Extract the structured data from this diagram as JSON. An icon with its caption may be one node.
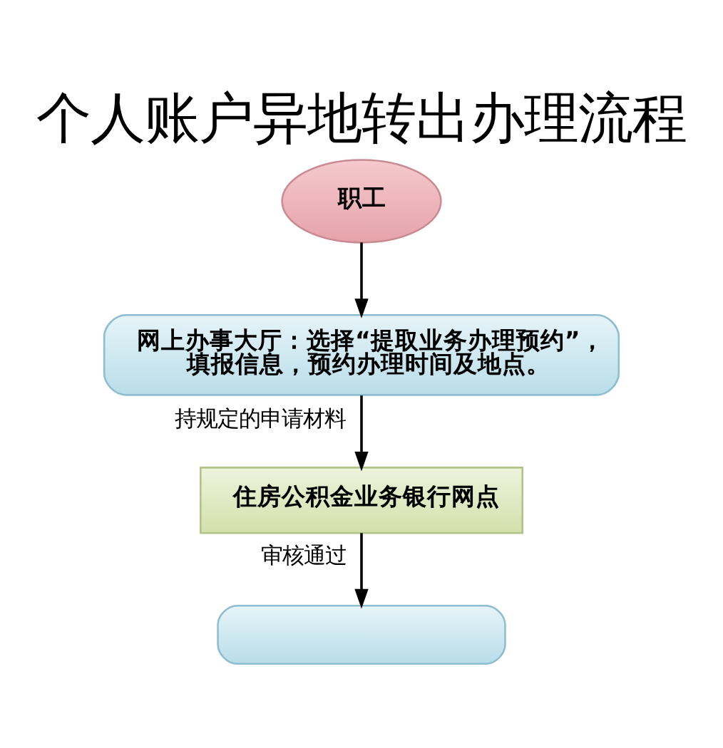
{
  "diagram": {
    "title": "个人账户异地转出办理流程",
    "nodes": [
      {
        "text": [
          "职工"
        ]
      },
      {
        "text": [
          "网上办事大厅：选择“提取业务办理预约”，填报信息，预约办理时间及地点。"
        ]
      },
      {
        "text": [
          "住房公积金业务银行网点"
        ]
      },
      {
        "text": [],
        "shape": "box"
      }
    ],
    "edges": [
      {
        "from": 0,
        "to": 1,
        "arrow": "to"
      },
      {
        "from": 1,
        "to": 2,
        "arrow": "to",
        "label": "持规定的申请材料"
      },
      {
        "from": 2,
        "to": 3,
        "arrow": "to",
        "label": "审核通过"
      }
    ]
  }
}
